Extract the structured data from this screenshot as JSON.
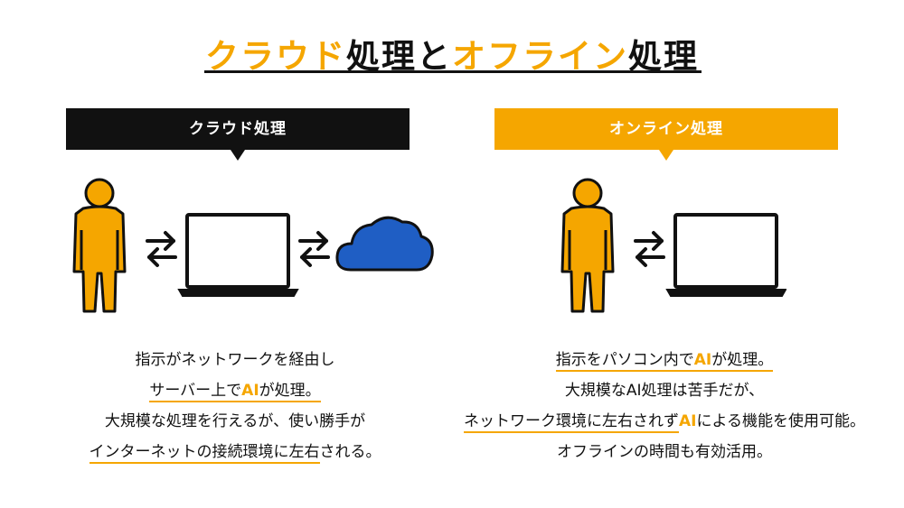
{
  "title": {
    "part1": "クラウド",
    "part2": "処理と",
    "part3": "オフライン",
    "part4": "処理"
  },
  "left": {
    "banner": "クラウド処理",
    "line1": "指示がネットワークを経由し",
    "line2a": "サーバー上で",
    "line2b": "AI",
    "line2c": "が処理。",
    "line3": "大規模な処理を行えるが、使い勝手が",
    "line4a": "インターネットの接続環境に左右",
    "line4b": "される。"
  },
  "right": {
    "banner": "オンライン処理",
    "line1a": "指示をパソコン内で",
    "line1b": "AI",
    "line1c": "が処理。",
    "line2": "大規模なAI処理は苦手だが、",
    "line3a": "ネットワーク環境に左右されず",
    "line3b": "AI",
    "line3c": "による機能を使用可能。",
    "line4": "オフラインの時間も有効活用。"
  },
  "colors": {
    "accent": "#f5a600",
    "dark": "#111111",
    "cloud": "#1f5ec4"
  },
  "icons": [
    "person-icon",
    "laptop-icon",
    "cloud-icon",
    "arrows-icon"
  ]
}
